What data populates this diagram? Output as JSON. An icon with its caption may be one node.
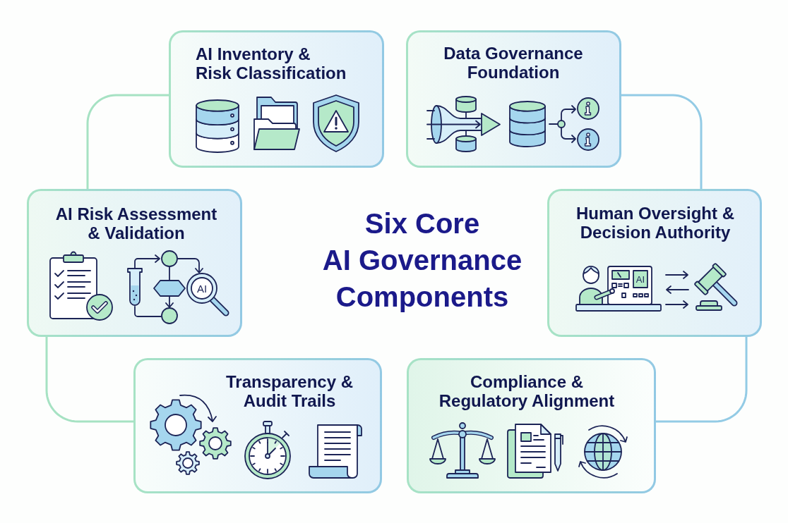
{
  "diagram": {
    "title": "Six Core AI Governance Components",
    "nodes": [
      {
        "text": [
          "AI Inventory & Risk Classification"
        ]
      },
      {
        "text": [
          "Data Governance Foundation"
        ]
      },
      {
        "text": [
          "AI Risk Assessment & Validation",
          "AI"
        ]
      },
      {
        "text": [
          "Human Oversight & Decision Authority",
          "AI"
        ]
      },
      {
        "text": [
          "Transparency & Audit Trails"
        ]
      },
      {
        "text": [
          "Compliance & Regulatory Alignment"
        ]
      }
    ],
    "edges": [
      {
        "from": 0,
        "to": 2,
        "arrow": "none",
        "color": "#a6e2c3"
      },
      {
        "from": 2,
        "to": 4,
        "arrow": "none",
        "color": "#a6e2c3"
      },
      {
        "from": 1,
        "to": 3,
        "arrow": "none",
        "color": "#93cbe5"
      },
      {
        "from": 3,
        "to": 5,
        "arrow": "none",
        "color": "#93cbe5"
      }
    ]
  }
}
